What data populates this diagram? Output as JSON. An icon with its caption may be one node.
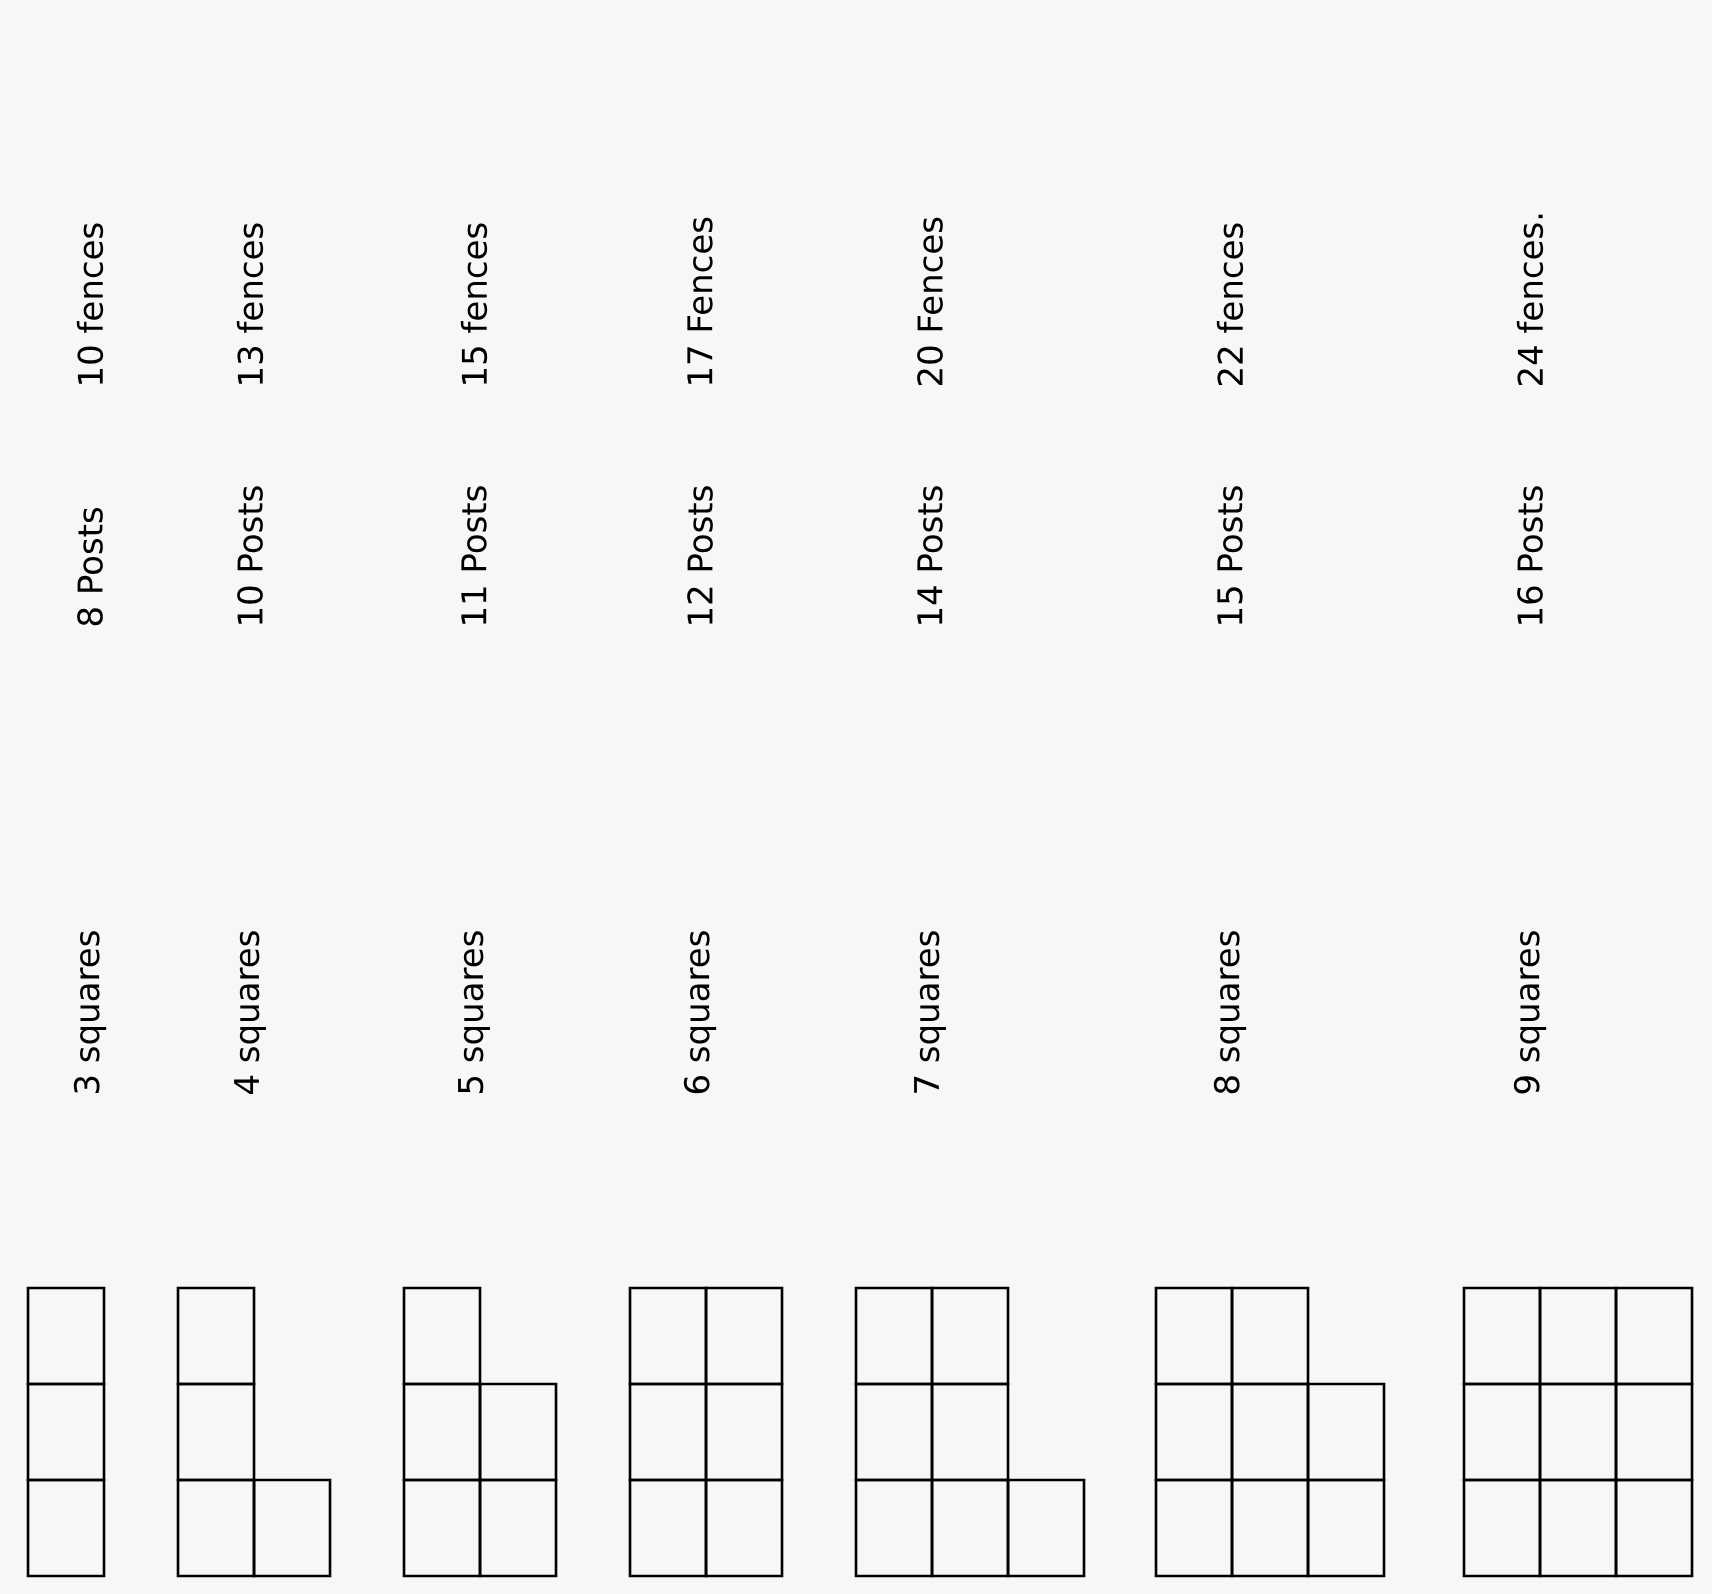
{
  "diagram": {
    "labels": [
      "3 squares",
      "8 Posts",
      "10 fences",
      "4 squares",
      "10 Posts",
      "13 fences",
      "5 squares",
      "11 Posts",
      "15 fences",
      "6 squares",
      "12 Posts",
      "17 Fences",
      "7 squares",
      "14 Posts",
      "20 Fences",
      "8 squares",
      "15 Posts",
      "22 fences",
      "9 squares",
      "16 Posts",
      "24 fences."
    ]
  }
}
